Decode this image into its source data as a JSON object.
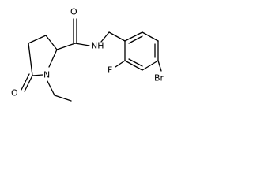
{
  "atoms": {
    "carbonyl_oxygen_amide": "O",
    "amide_nitrogen": "NH",
    "ring_nitrogen": "N",
    "lactam_oxygen": "O",
    "fluorine": "F",
    "bromine": "Br"
  }
}
